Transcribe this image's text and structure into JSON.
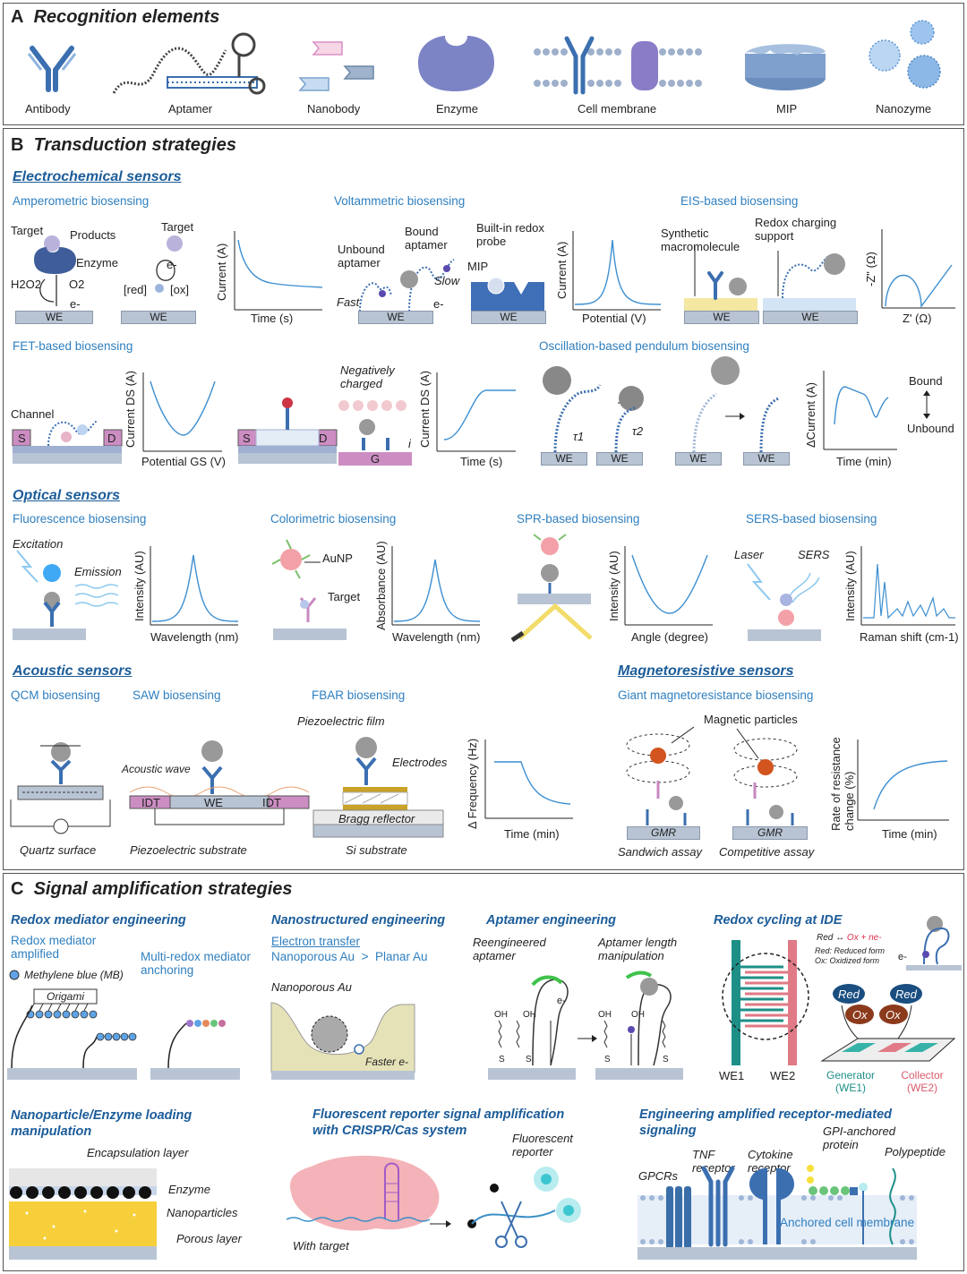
{
  "panelA": {
    "letter": "A",
    "title": "Recognition elements",
    "items": [
      "Antibody",
      "Aptamer",
      "Nanobody",
      "Enzyme",
      "Cell membrane",
      "MIP",
      "Nanozyme"
    ]
  },
  "panelB": {
    "letter": "B",
    "title": "Transduction strategies",
    "electrochemical": {
      "title": "Electrochemical sensors",
      "amperometric": {
        "title": "Amperometric biosensing",
        "target": "Target",
        "products": "Products",
        "enzyme": "Enzyme",
        "h2o2": "H2O2",
        "o2": "O2",
        "e": "e-",
        "we": "WE",
        "target2": "Target",
        "e2": "e-",
        "red": "[red]",
        "ox": "[ox]",
        "we2": "WE",
        "ylabel": "Current (A)",
        "xlabel": "Time (s)"
      },
      "voltammetric": {
        "title": "Voltammetric biosensing",
        "unbound": "Unbound aptamer",
        "bound": "Bound aptamer",
        "fast": "Fast",
        "slow": "Slow",
        "e": "e-",
        "we": "WE",
        "builtin": "Built-in redox probe",
        "mip": "MIP",
        "we2": "WE",
        "ylabel": "Current (A)",
        "xlabel": "Potential (V)"
      },
      "eis": {
        "title": "EIS-based biosensing",
        "synthetic": "Synthetic macromolecule",
        "redox_support": "Redox charging support",
        "we": "WE",
        "we2": "WE",
        "ylabel": "-Z\" (Ω)",
        "xlabel": "Z' (Ω)"
      },
      "fet": {
        "title": "FET-based biosensing",
        "channel": "Channel",
        "s": "S",
        "d": "D",
        "ylabel": "Current DS (A)",
        "xlabel": "Potential GS (V)",
        "neg": "Negatively charged",
        "s2": "S",
        "d2": "D",
        "g": "G",
        "i": "i",
        "ylabel2": "Current DS (A)",
        "xlabel2": "Time (s)"
      },
      "oscillation": {
        "title": "Oscillation-based pendulum biosensing",
        "t1": "τ1",
        "t2": "τ2",
        "we": "WE",
        "ylabel": "ΔCurrent (A)",
        "xlabel": "Time (min)",
        "bound": "Bound",
        "unbound": "Unbound"
      }
    },
    "optical": {
      "title": "Optical sensors",
      "fluorescence": {
        "title": "Fluorescence biosensing",
        "excitation": "Excitation",
        "emission": "Emission",
        "ylabel": "Intensity (AU)",
        "xlabel": "Wavelength (nm)"
      },
      "colorimetric": {
        "title": "Colorimetric biosensing",
        "aunp": "AuNP",
        "target": "Target",
        "ylabel": "Absorbance (AU)",
        "xlabel": "Wavelength (nm)"
      },
      "spr": {
        "title": "SPR-based biosensing",
        "ylabel": "Intensity (AU)",
        "xlabel": "Angle (degree)"
      },
      "sers": {
        "title": "SERS-based biosensing",
        "laser": "Laser",
        "sers": "SERS",
        "ylabel": "Intensity (AU)",
        "xlabel": "Raman shift (cm-1)"
      }
    },
    "acoustic": {
      "title": "Acoustic sensors",
      "qcm": {
        "title": "QCM biosensing",
        "surface": "Quartz surface"
      },
      "saw": {
        "title": "SAW biosensing",
        "wave": "Acoustic wave",
        "idt": "IDT",
        "we": "WE",
        "substrate": "Piezoelectric substrate"
      },
      "fbar": {
        "title": "FBAR biosensing",
        "film": "Piezoelectric film",
        "electrodes": "Electrodes",
        "bragg": "Bragg reflector",
        "si": "Si substrate",
        "ylabel": "Δ Frequency (Hz)",
        "xlabel": "Time (min)"
      }
    },
    "magneto": {
      "title": "Magnetoresistive sensors",
      "gmr_title": "Giant magnetoresistance biosensing",
      "particles": "Magnetic particles",
      "gmr": "GMR",
      "sandwich": "Sandwich assay",
      "competitive": "Competitive assay",
      "ylabel": "Rate of resistance change (%)",
      "xlabel": "Time (min)"
    }
  },
  "panelC": {
    "letter": "C",
    "title": "Signal amplification strategies",
    "redox": {
      "title": "Redox mediator engineering",
      "amplified": "Redox mediator amplified",
      "multi": "Multi-redox mediator anchoring",
      "mb": "Methylene blue (MB)",
      "origami": "Origami"
    },
    "nano": {
      "title": "Nanostructured engineering",
      "et": "Electron transfer",
      "compare": "Nanoporous Au  >  Planar Au",
      "np_au": "Nanoporous Au",
      "faster": "Faster e-"
    },
    "aptamer": {
      "title": "Aptamer engineering",
      "reeng": "Reengineered aptamer",
      "length": "Aptamer length manipulation",
      "oh": "OH",
      "s": "S",
      "e": "e-"
    },
    "ide": {
      "title": "Redox cycling at IDE",
      "eq_red": "Red",
      "eq_ox": "Ox + ne-",
      "red_def": "Red: Reduced form",
      "ox_def": "Ox: Oxidized form",
      "red": "Red",
      "ox": "Ox",
      "we1": "WE1",
      "we2": "WE2",
      "generator": "Generator (WE1)",
      "collector": "Collector (WE2)",
      "e": "e-"
    },
    "loading": {
      "title": "Nanoparticle/Enzyme loading manipulation",
      "encap": "Encapsulation layer",
      "enzyme": "Enzyme",
      "nps": "Nanoparticles",
      "porous": "Porous layer"
    },
    "crispr": {
      "title": "Fluorescent reporter signal amplification with CRISPR/Cas system",
      "reporter": "Fluorescent reporter",
      "target": "With target"
    },
    "receptor": {
      "title": "Engineering amplified receptor-mediated signaling",
      "gpcr": "GPCRs",
      "tnf": "TNF receptor",
      "cytokine": "Cytokine receptor",
      "gpi": "GPI-anchored protein",
      "poly": "Polypeptide",
      "membrane": "Anchored cell membrane"
    }
  },
  "colors": {
    "accent": "#2f7fbf",
    "heading": "#1b5c99",
    "antibody": "#3b6fb0",
    "curve": "#3d8fd1",
    "electrode": "#b8c4d4",
    "pink": "#d88fc4",
    "gold": "#c9a227"
  }
}
